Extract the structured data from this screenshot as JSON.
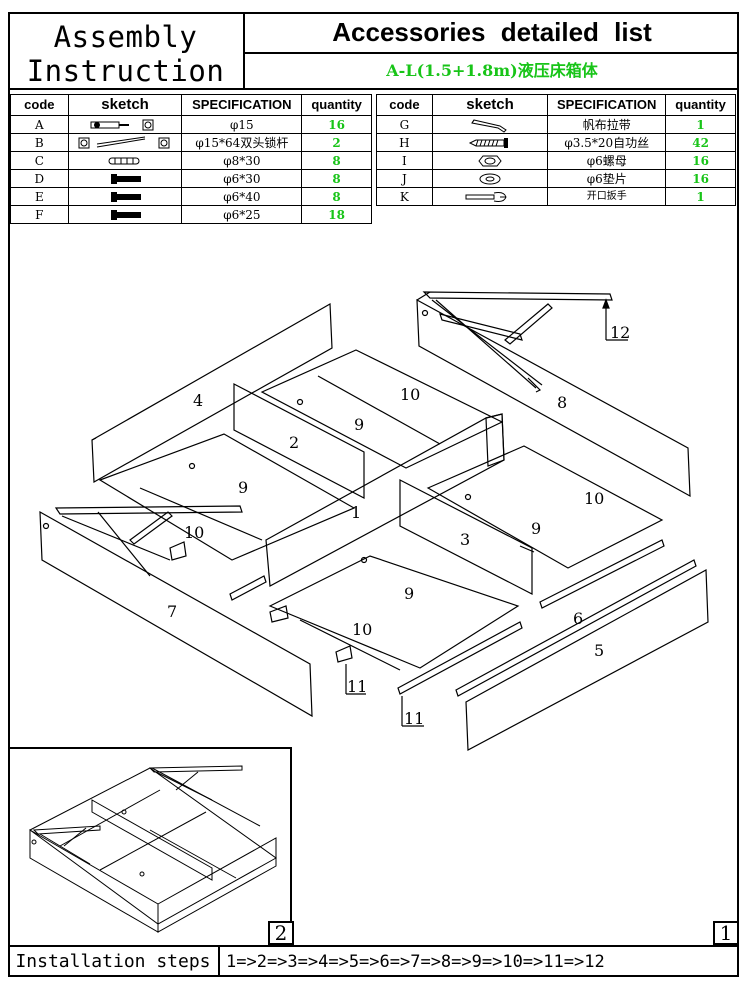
{
  "header": {
    "left_line1": "Assembly",
    "left_line2": "Instruction",
    "title": "Accessories detailed list",
    "subtitle": "A-L(1.5+1.8m)液压床箱体"
  },
  "table_headers": {
    "code": "code",
    "sketch": "sketch",
    "specification": "SPECIFICATION",
    "quantity": "quantity"
  },
  "accessories_left": [
    {
      "code": "A",
      "sketch_icon": "lock-pin-icon",
      "spec": "φ15",
      "qty": "16"
    },
    {
      "code": "B",
      "sketch_icon": "double-lock-bar-icon",
      "spec": "φ15*64双头锁杆",
      "qty": "2"
    },
    {
      "code": "C",
      "sketch_icon": "dowel-icon",
      "spec": "φ8*30",
      "qty": "8"
    },
    {
      "code": "D",
      "sketch_icon": "bolt-icon",
      "spec": "φ6*30",
      "qty": "8"
    },
    {
      "code": "E",
      "sketch_icon": "bolt-icon",
      "spec": "φ6*40",
      "qty": "8"
    },
    {
      "code": "F",
      "sketch_icon": "bolt-icon",
      "spec": "φ6*25",
      "qty": "18"
    }
  ],
  "accessories_right": [
    {
      "code": "G",
      "sketch_icon": "fabric-strap-icon",
      "spec": "帆布拉带",
      "qty": "1"
    },
    {
      "code": "H",
      "sketch_icon": "self-tapping-screw-icon",
      "spec": "φ3.5*20自功丝",
      "qty": "42"
    },
    {
      "code": "I",
      "sketch_icon": "nut-icon",
      "spec": "φ6螺母",
      "qty": "16"
    },
    {
      "code": "J",
      "sketch_icon": "washer-icon",
      "spec": "φ6垫片",
      "qty": "16"
    },
    {
      "code": "K",
      "sketch_icon": "open-wrench-icon",
      "spec": "开口扳手",
      "qty": "1"
    }
  ],
  "part_labels": {
    "p1": "1",
    "p2": "2",
    "p3": "3",
    "p4": "4",
    "p5": "5",
    "p6": "6",
    "p7": "7",
    "p8": "8",
    "p9": "9",
    "p10": "10",
    "p11": "11",
    "p12": "12"
  },
  "page_numbers": {
    "main": "1",
    "inset": "2"
  },
  "steps": {
    "label": "Installation steps",
    "sequence": "1=>2=>3=>4=>5=>6=>7=>8=>9=>10=>11=>12"
  },
  "colors": {
    "quantity": "#18c418",
    "line": "#000000"
  }
}
